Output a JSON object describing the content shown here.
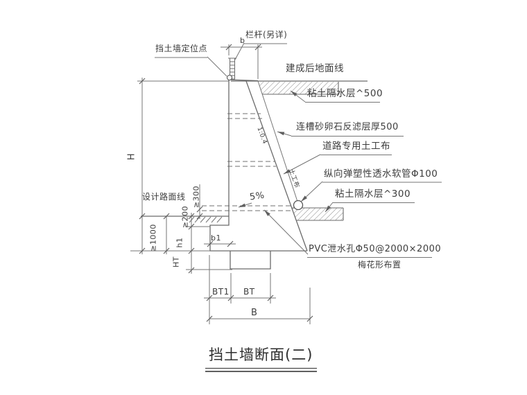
{
  "drawing": {
    "title": "挡土墙断面(二)",
    "annotations": {
      "positioning_point": "挡土墙定位点",
      "railing": "栏杆(另详)",
      "ground_line_after_completion": "建成后地面线",
      "clay_waterproof_top": "粘土隔水层^500",
      "gravel_filter_layer": "连槽砂卵石反滤层厚500",
      "geotextile": "道路专用土工布",
      "flexible_drain_pipe": "纵向弹塑性透水软管Φ100",
      "clay_waterproof_bottom": "粘土隔水层^300",
      "pvc_weep_hole": "PVC泄水孔Φ50@2000×2000",
      "weep_hole_layout": "梅花形布置",
      "design_road_line": "设计路面线",
      "drain_slope": "5%",
      "back_slope_ratio": "1:0.4",
      "band_material": "土工布"
    },
    "dimensions": {
      "top_width": "b",
      "wall_height": "H",
      "outlet_height": "≥300",
      "toe_cover": "≥200",
      "embed_depth": "≥1000",
      "footing_height": "h1",
      "key_height": "HT",
      "toe_width": "b1",
      "bt1": "BT1",
      "bt": "BT",
      "base_width": "B"
    },
    "colors": {
      "background": "#ffffff",
      "line": "#757575",
      "structure_line": "#6a6a6a",
      "text": "#3d3d3d"
    }
  }
}
